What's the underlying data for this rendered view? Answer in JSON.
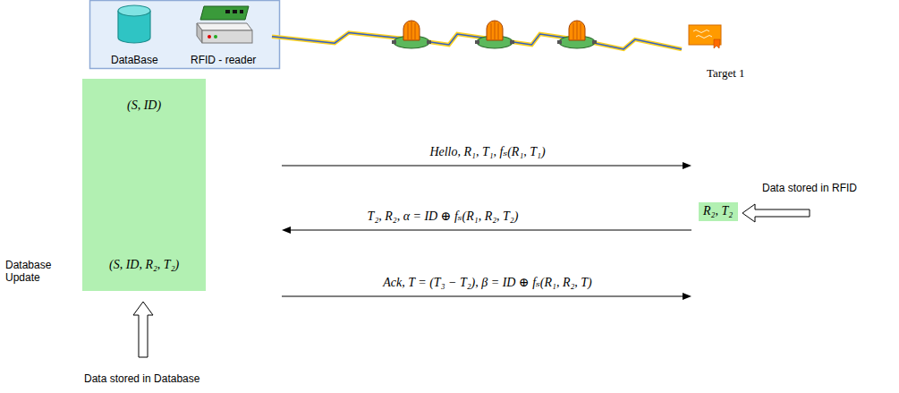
{
  "diagram": {
    "nodes": [
      {
        "text": [
          "DataBase"
        ]
      },
      {
        "text": [
          "RFID - reader"
        ]
      },
      {
        "text": [
          "Target 1"
        ]
      },
      {
        "text": [
          "(S, ID)",
          "(S, ID, R₂, T₂)"
        ]
      },
      {
        "text": [
          "R₂, T₂"
        ]
      }
    ],
    "edges": [
      {
        "from": 1,
        "to": 2,
        "arrow": "none"
      }
    ],
    "labels": [
      "Hello, R₁, T₁, fₛ(R₁, T₁)",
      "T₂, R₂, α = ID ⊕ fₛ(R₁, R₂, T₂)",
      "Ack, T = (T₃ − T₂), β = ID ⊕ fₛ(R₁, R₂, T)",
      "Database Update",
      "Data stored in RFID",
      "Data stored in Database"
    ]
  }
}
